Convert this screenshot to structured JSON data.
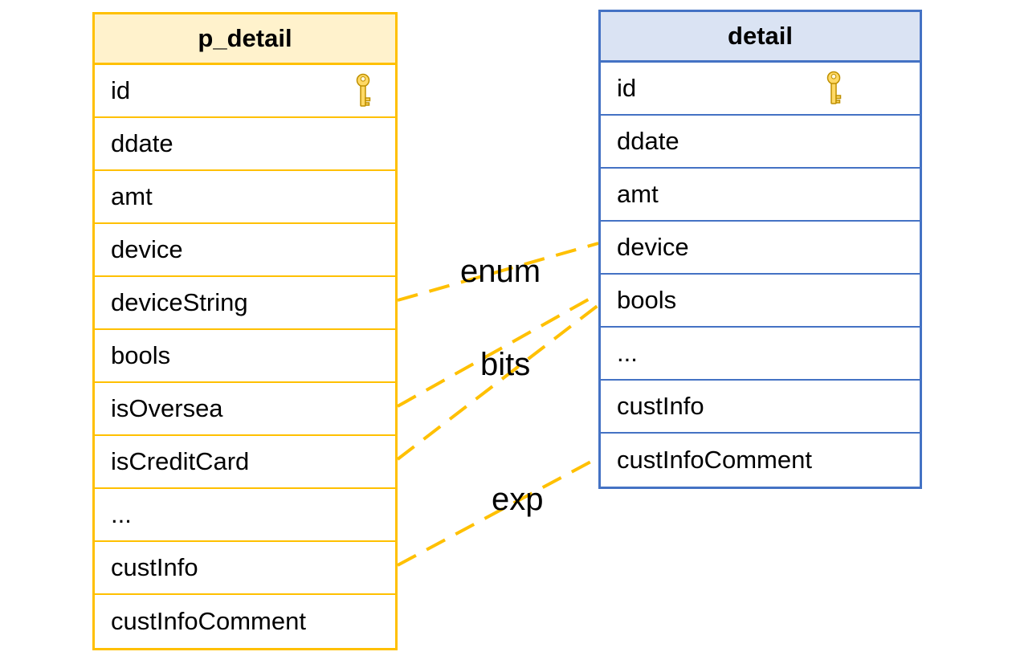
{
  "diagram": {
    "left_table": {
      "title": "p_detail",
      "rows": [
        "id",
        "ddate",
        "amt",
        "device",
        "deviceString",
        "bools",
        "isOversea",
        "isCreditCard",
        "...",
        "custInfo",
        "custInfoComment"
      ]
    },
    "right_table": {
      "title": "detail",
      "rows": [
        "id",
        "ddate",
        "amt",
        "device",
        "bools",
        "...",
        "custInfo",
        "custInfoComment"
      ]
    },
    "connections": [
      {
        "label": "enum",
        "from": "p_detail.deviceString",
        "to": "detail.device"
      },
      {
        "label": "bits",
        "from": "p_detail.isOversea / p_detail.isCreditCard",
        "to": "detail.bools"
      },
      {
        "label": "exp",
        "from": "p_detail.custInfo",
        "to": "detail.custInfoComment"
      }
    ],
    "labels": {
      "enum": "enum",
      "bits": "bits",
      "exp": "exp"
    },
    "colors": {
      "left_border": "#FFC000",
      "left_header_fill": "#FFF2CC",
      "right_border": "#4472C4",
      "right_header_fill": "#DAE3F3",
      "connector": "#FFC000",
      "key_fill": "#FFD966",
      "key_stroke": "#BF9000",
      "text": "#000000"
    }
  }
}
